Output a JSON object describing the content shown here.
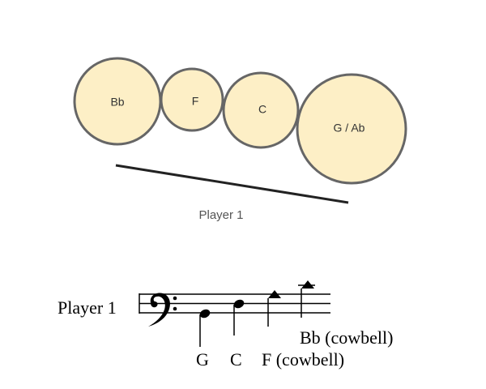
{
  "setup": {
    "drums": [
      {
        "label": "Bb"
      },
      {
        "label": "F"
      },
      {
        "label": "C"
      },
      {
        "label": "G / Ab"
      }
    ],
    "player_label": "Player 1",
    "fill_color": "#fdefc6"
  },
  "notation": {
    "player_label": "Player 1",
    "clef": "bass",
    "notes": [
      {
        "label": "G",
        "head": "oval"
      },
      {
        "label": "C",
        "head": "oval"
      },
      {
        "label": "F (cowbell)",
        "head": "triangle"
      },
      {
        "label": "Bb (cowbell)",
        "head": "triangle"
      }
    ]
  }
}
